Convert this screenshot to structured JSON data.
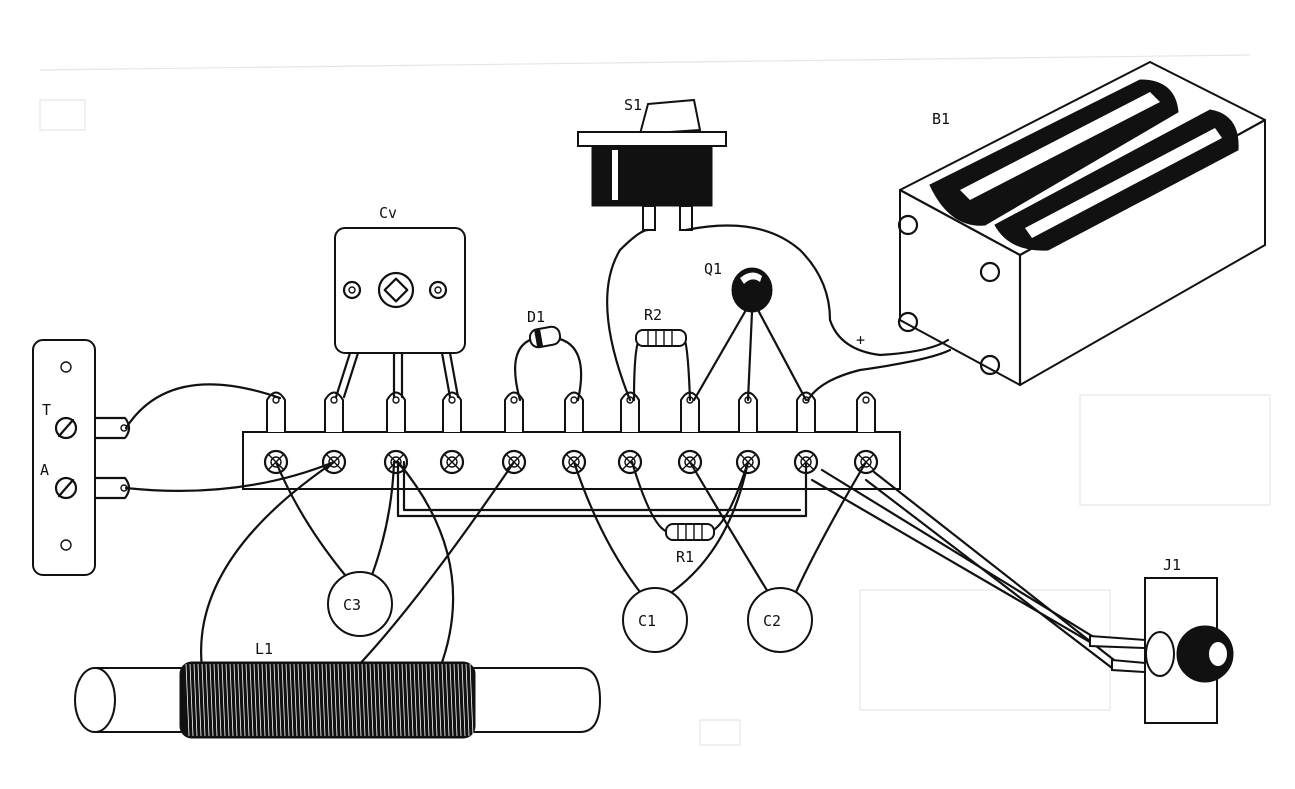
{
  "labels": {
    "s1": "S1",
    "b1": "B1",
    "cv": "Cv",
    "q1": "Q1",
    "d1": "D1",
    "r2": "R2",
    "r1": "R1",
    "c1": "C1",
    "c2": "C2",
    "c3": "C3",
    "l1": "L1",
    "j1": "J1",
    "t": "T",
    "a": "A",
    "plus": "+"
  }
}
